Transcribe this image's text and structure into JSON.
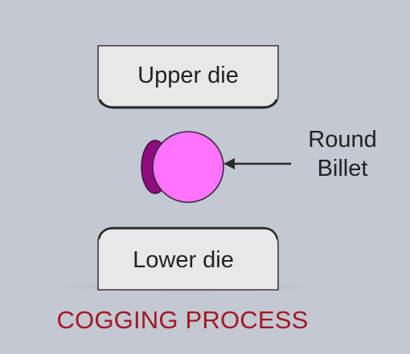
{
  "diagram": {
    "upper_die_label": "Upper die",
    "lower_die_label": "Lower die",
    "billet_label_line1": "Round",
    "billet_label_line2": "Billet",
    "process_title": "COGGING PROCESS"
  },
  "colors": {
    "background": "#c4c8d2",
    "die_face": "#e8e8e8",
    "die_outline": "#3a3a3a",
    "billet_face": "#ff73ff",
    "billet_side": "#8e0d7d",
    "title_red": "#a11922",
    "text": "#222222"
  }
}
